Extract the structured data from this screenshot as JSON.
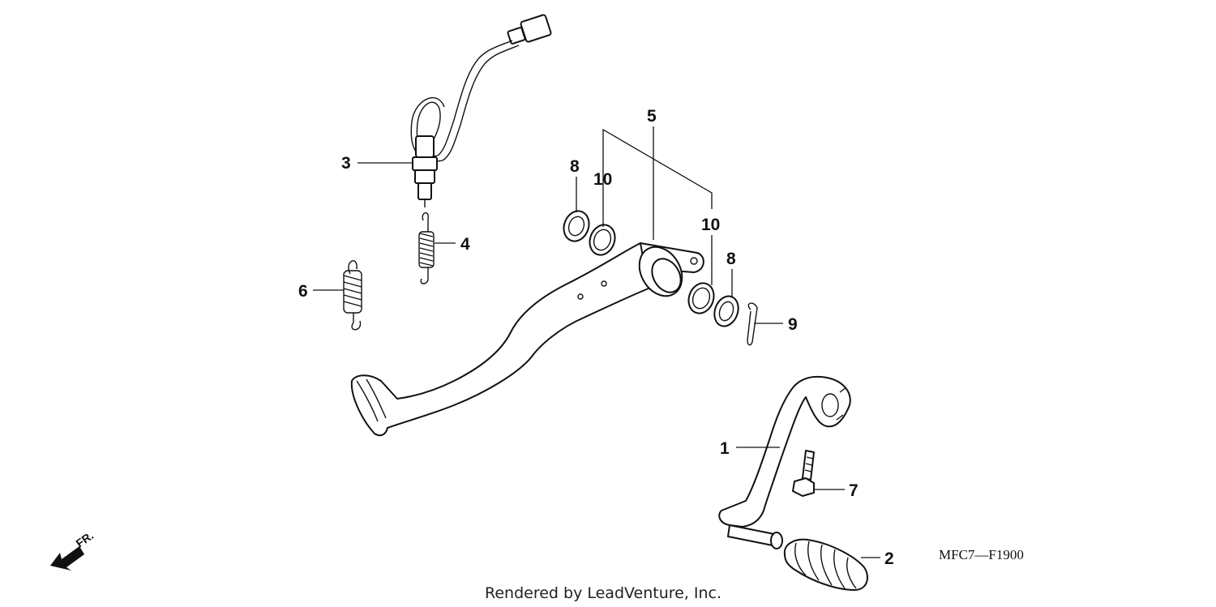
{
  "diagram": {
    "callouts": {
      "c1": "1",
      "c2": "2",
      "c3": "3",
      "c4": "4",
      "c5": "5",
      "c6": "6",
      "c7": "7",
      "c8a": "8",
      "c8b": "8",
      "c9": "9",
      "c10a": "10",
      "c10b": "10"
    },
    "direction_label": "FR.",
    "diagram_code": "MFC7—F1900",
    "credit": "Rendered by LeadVenture, Inc.",
    "icons": {
      "front_arrow": "arrow-down-left-icon"
    }
  }
}
